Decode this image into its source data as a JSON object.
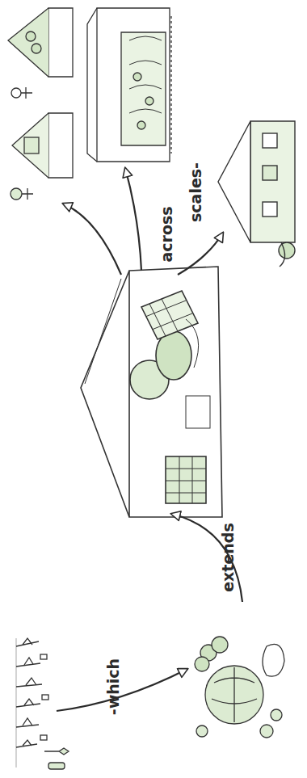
{
  "diagram": {
    "labels": [
      "-which",
      "extends",
      "across",
      "scales-"
    ]
  }
}
